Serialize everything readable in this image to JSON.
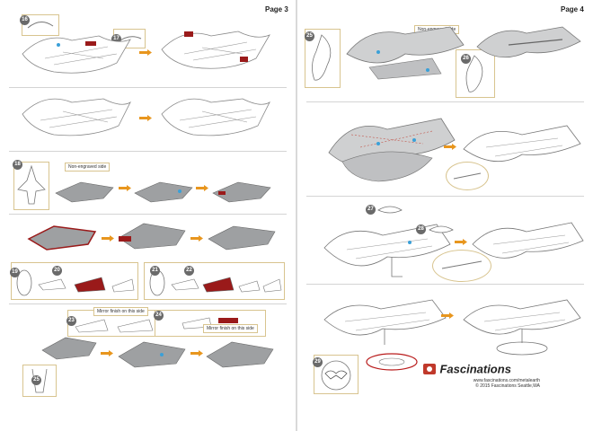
{
  "page3": {
    "title": "Page 3",
    "steps": [
      "16",
      "17",
      "18",
      "19",
      "20",
      "21",
      "22",
      "23",
      "24",
      "25"
    ],
    "labels": {
      "non_engraved": "Non-engraved side",
      "mirror_this": "Mirror finish on this side",
      "mirror_side": "Mirror finish on this side"
    }
  },
  "page4": {
    "title": "Page 4",
    "steps": [
      "25",
      "26",
      "27",
      "28",
      "29"
    ],
    "labels": {
      "non_engraved": "Non-engraved side"
    },
    "brand": {
      "name": "Fascinations",
      "url": "www.fascinations.com/metalearth",
      "copyright": "© 2015 Fascinations Seattle,WA"
    }
  },
  "colors": {
    "arrow": "#e8961e",
    "accent": "#9a1a1a",
    "metal": "#9ea0a2",
    "box": "#d8c48f",
    "badge": "#6a6a6a"
  }
}
